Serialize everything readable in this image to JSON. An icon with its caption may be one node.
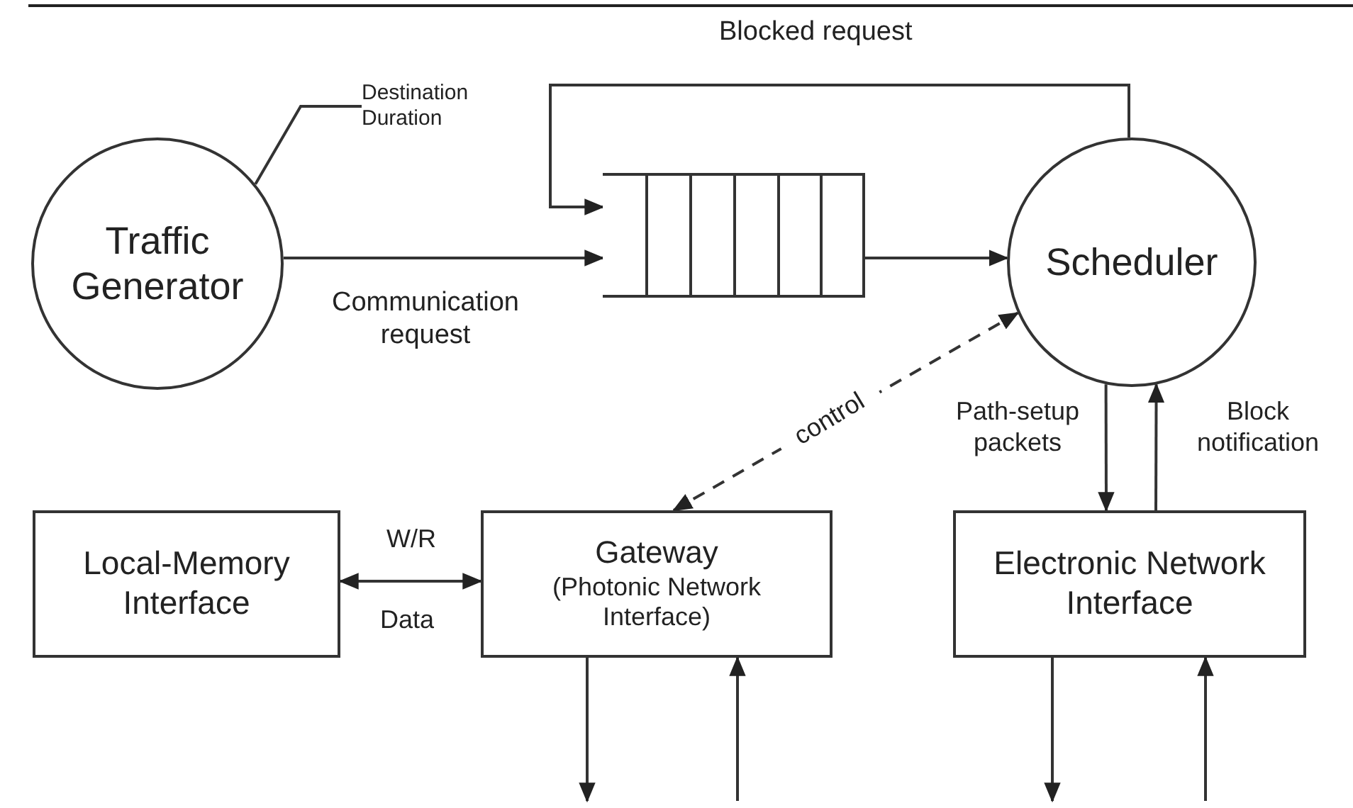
{
  "diagram": {
    "nodes": [
      {
        "text": [
          "Traffic Generator"
        ]
      },
      {
        "text": [
          "Destination Duration"
        ]
      },
      {
        "text": [],
        "shape": "box"
      },
      {
        "text": [
          "Scheduler"
        ]
      },
      {
        "text": [
          "Local-Memory Interface"
        ]
      },
      {
        "text": [
          "Gateway",
          "(Photonic Network Interface)"
        ]
      },
      {
        "text": [
          "Electronic Network Interface"
        ]
      }
    ],
    "edges": [
      {
        "from": 1,
        "to": 0,
        "arrow": "none"
      },
      {
        "from": 0,
        "to": 2,
        "arrow": "to",
        "label": "Communication request"
      },
      {
        "from": 3,
        "to": 2,
        "arrow": "to",
        "label": "Blocked request"
      },
      {
        "from": 2,
        "to": 3,
        "arrow": "to"
      },
      {
        "from": 5,
        "to": 3,
        "arrow": "both",
        "label": "control",
        "style": "dashed"
      },
      {
        "from": 4,
        "to": 5,
        "arrow": "both",
        "label": "W/R"
      },
      {
        "from": 3,
        "to": 6,
        "arrow": "to",
        "label": "Path-setup packets"
      },
      {
        "from": 6,
        "to": 3,
        "arrow": "to",
        "label": "Block notification"
      },
      {
        "from": 5,
        "to": null,
        "arrow": "to"
      },
      {
        "from": null,
        "to": 5,
        "arrow": "to"
      },
      {
        "from": 6,
        "to": null,
        "arrow": "to"
      },
      {
        "from": null,
        "to": 6,
        "arrow": "to"
      }
    ],
    "labels": [
      "Data"
    ]
  }
}
